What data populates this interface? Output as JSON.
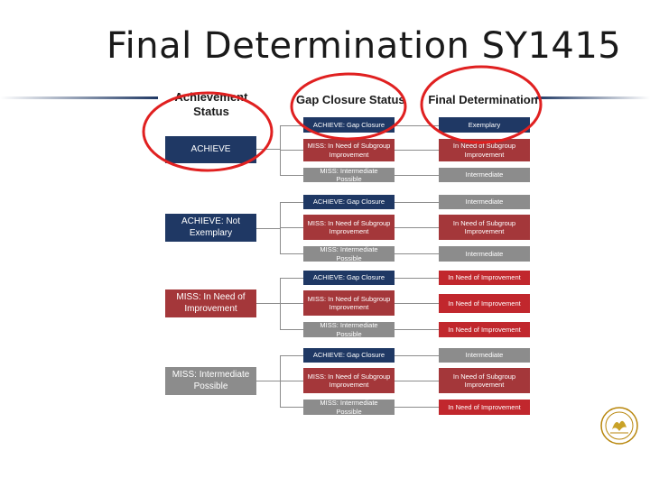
{
  "title": "Final Determination SY1415",
  "headers": {
    "achievement": "Achievement Status",
    "gap": "Gap Closure Status",
    "final": "Final Determination"
  },
  "groups": [
    {
      "achievement": "ACHIEVE",
      "rows": [
        {
          "gap": "ACHIEVE: Gap Closure",
          "final": "Exemplary"
        },
        {
          "gap": "MISS: In Need of Subgroup Improvement",
          "final": "In Need of Subgroup Improvement"
        },
        {
          "gap": "MISS: Intermediate Possible",
          "final": "Intermediate"
        }
      ]
    },
    {
      "achievement": "ACHIEVE: Not Exemplary",
      "rows": [
        {
          "gap": "ACHIEVE: Gap Closure",
          "final": "Intermediate"
        },
        {
          "gap": "MISS: In Need of Subgroup Improvement",
          "final": "In Need of Subgroup Improvement"
        },
        {
          "gap": "MISS: Intermediate Possible",
          "final": "Intermediate"
        }
      ]
    },
    {
      "achievement": "MISS: In Need of Improvement",
      "rows": [
        {
          "gap": "ACHIEVE: Gap Closure",
          "final": "In Need of Improvement"
        },
        {
          "gap": "MISS: In Need of Subgroup Improvement",
          "final": "In Need of Improvement"
        },
        {
          "gap": "MISS: Intermediate Possible",
          "final": "In Need of Improvement"
        }
      ]
    },
    {
      "achievement": "MISS: Intermediate Possible",
      "rows": [
        {
          "gap": "ACHIEVE: Gap Closure",
          "final": "Intermediate"
        },
        {
          "gap": "MISS: In Need of Subgroup Improvement",
          "final": "In Need of Subgroup Improvement"
        },
        {
          "gap": "MISS: Intermediate Possible",
          "final": "In Need of Improvement"
        }
      ]
    }
  ],
  "colors": {
    "navy": "#1f3864",
    "red": "#c1272d",
    "dark_red": "#a4373a",
    "gray": "#8c8c8c",
    "highlight_circle": "#e02020"
  },
  "decorations": {
    "highlight_circles": [
      "achievement-header",
      "gap-closure-header",
      "final-determination-header"
    ],
    "logo": "seal-icon"
  }
}
